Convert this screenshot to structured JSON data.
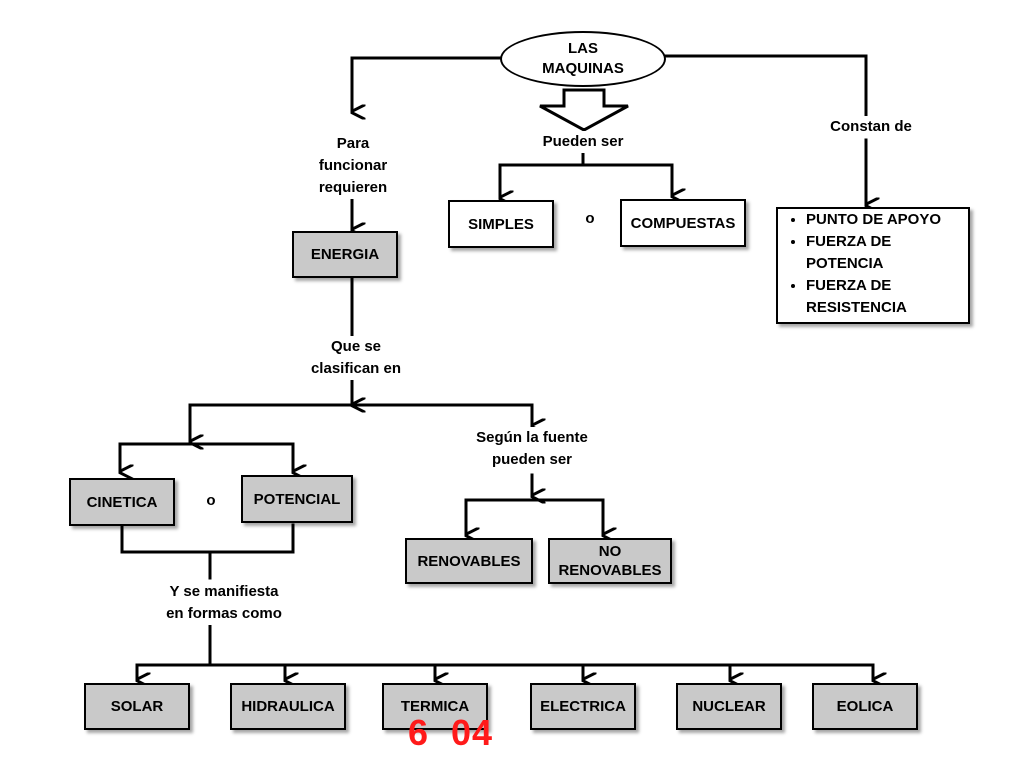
{
  "root": {
    "line1": "LAS",
    "line2": "MAQUINAS"
  },
  "labels": {
    "para_funcionar": [
      "Para",
      "funcionar",
      "requieren"
    ],
    "pueden_ser": "Pueden ser",
    "constan_de": "Constan de",
    "que_se_clasifican": [
      "Que se",
      "clasifican en"
    ],
    "segun_fuente": [
      "Según la fuente",
      "pueden ser"
    ],
    "se_manifiesta": [
      "Y se manifiesta",
      "en formas como"
    ],
    "o_types": "o",
    "o_energy": "o"
  },
  "types": {
    "simples": "SIMPLES",
    "compuestas": "COMPUESTAS"
  },
  "parts": [
    "PUNTO DE APOYO",
    "FUERZA DE POTENCIA",
    "FUERZA DE RESISTENCIA"
  ],
  "energia": "ENERGIA",
  "energy_kinds": {
    "cinetica": "CINETICA",
    "potencial": "POTENCIAL"
  },
  "sources": {
    "renovables": "RENOVABLES",
    "no_renovables": [
      "NO",
      "RENOVABLES"
    ]
  },
  "forms": [
    "SOLAR",
    "HIDRAULICA",
    "TERMICA",
    "ELECTRICA",
    "NUCLEAR",
    "EOLICA"
  ],
  "slide_number": "6  04"
}
